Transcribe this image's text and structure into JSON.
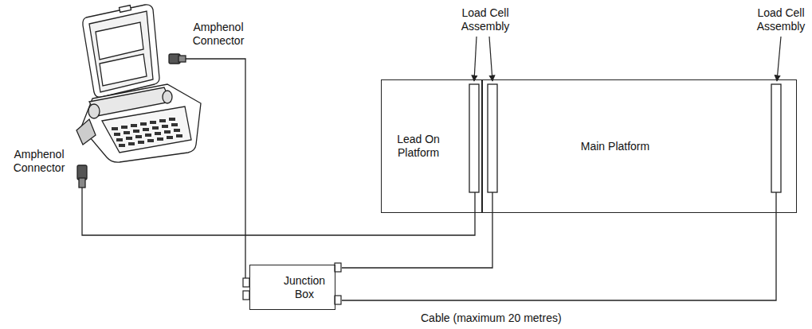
{
  "diagram": {
    "nodes": [
      {
        "text": [
          "Lead On Platform"
        ]
      },
      {
        "text": [
          "Main Platform"
        ]
      },
      {
        "text": [
          "Junction Box"
        ]
      }
    ],
    "edges": [
      {
        "from": 2,
        "to": 1,
        "arrow": "none"
      },
      {
        "from": 2,
        "to": 1,
        "arrow": "none"
      }
    ],
    "labels": [
      "Load Cell Assembly",
      "Load Cell Assembly",
      "Amphenol Connector",
      "Amphenol Connector",
      "Cable (maximum 20 metres)"
    ]
  }
}
